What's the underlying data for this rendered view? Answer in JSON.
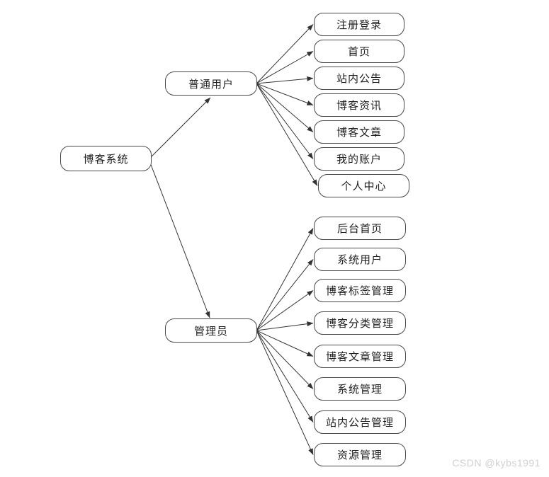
{
  "diagram": {
    "root": {
      "label": "博客系统"
    },
    "branches": [
      {
        "label": "普通用户",
        "children": [
          "注册登录",
          "首页",
          "站内公告",
          "博客资讯",
          "博客文章",
          "我的账户",
          "个人中心"
        ]
      },
      {
        "label": "管理员",
        "children": [
          "后台首页",
          "系统用户",
          "博客标签管理",
          "博客分类管理",
          "博客文章管理",
          "系统管理",
          "站内公告管理",
          "资源管理"
        ]
      }
    ]
  },
  "watermark": {
    "text": "CSDN @kybs1991"
  },
  "colors": {
    "background": "#ffffff",
    "box_border": "#4a4a4a",
    "box_fill": "#ffffff",
    "edge": "#333333",
    "text": "#1f1f1f",
    "watermark": "#d0d0d0"
  }
}
